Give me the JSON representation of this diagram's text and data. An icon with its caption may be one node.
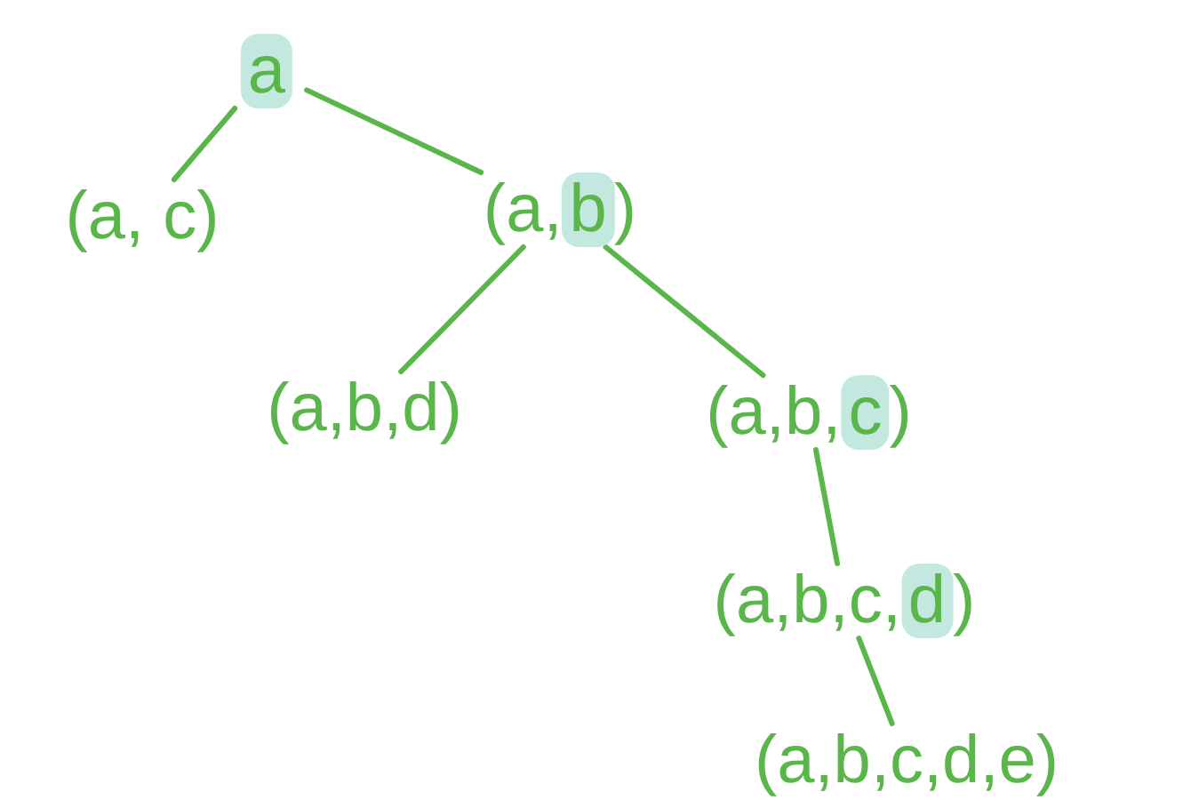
{
  "diagram": {
    "nodes": [
      {
        "text": [
          "a"
        ]
      },
      {
        "text": [
          "(a, c)"
        ]
      },
      {
        "text": [
          "(a,b)"
        ]
      },
      {
        "text": [
          "(a,b,d)"
        ]
      },
      {
        "text": [
          "(a,b,c)"
        ]
      },
      {
        "text": [
          "(a,b,c,d)"
        ]
      },
      {
        "text": [
          "(a,b,c,d,e)"
        ]
      }
    ],
    "edges": [
      {
        "from": 0,
        "to": 1,
        "arrow": "none"
      },
      {
        "from": 0,
        "to": 2,
        "arrow": "none"
      },
      {
        "from": 2,
        "to": 3,
        "arrow": "none"
      },
      {
        "from": 2,
        "to": 4,
        "arrow": "none"
      },
      {
        "from": 4,
        "to": 5,
        "arrow": "none"
      },
      {
        "from": 5,
        "to": 6,
        "arrow": "none"
      }
    ]
  }
}
